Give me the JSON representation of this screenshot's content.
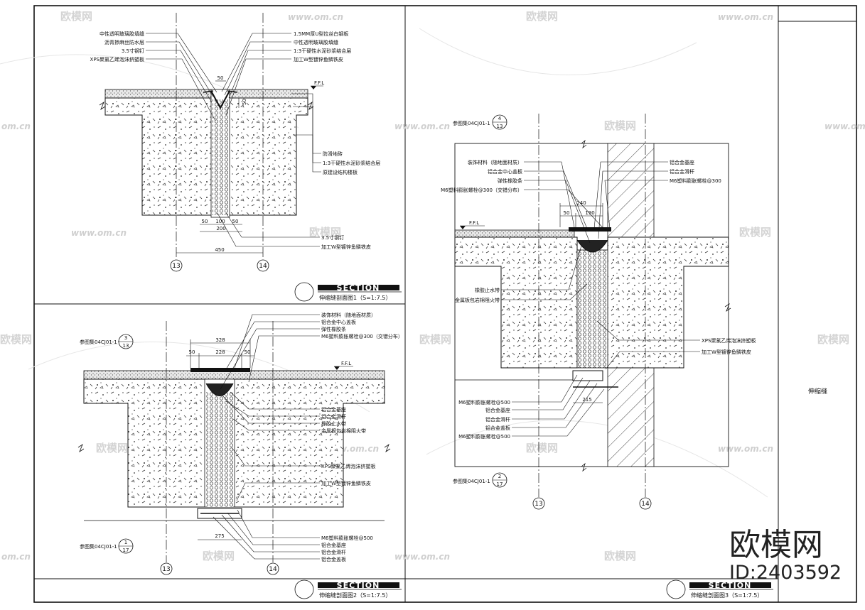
{
  "watermark": {
    "site": "欧模网",
    "url": "www.om.cn",
    "url_fragment": "om.cn",
    "site_fragment": "欧模网"
  },
  "brand": {
    "name": "欧模网",
    "id": "ID:2403592"
  },
  "side_panel": {
    "label": "伸缩缝"
  },
  "axes": {
    "a13": "13",
    "a14": "14"
  },
  "common": {
    "ffl": "F.F.L",
    "section_word": "SECTION"
  },
  "d1": {
    "title": "伸缩缝剖面图1（S=1:7.5）",
    "labels_left": [
      "中性透明玻璃胶填缝",
      "沥青掺麻丝防水层",
      "3.5寸钢钉",
      "XPS聚氯乙烯泡沫挤塑板"
    ],
    "labels_right": [
      "1.5MM厚U型拉丝白钢板",
      "中性透明玻璃胶填缝",
      "1:3干硬性水泥砂浆结合层",
      "加工W型镀锌鱼鳞铁皮"
    ],
    "labels_side": [
      "防滑地砖",
      "1:3干硬性水泥砂浆结合层",
      "原建设结构楼板"
    ],
    "labels_bottom": [
      "3.5寸钢钉",
      "加工W型镀锌鱼鳞铁皮"
    ],
    "dims": {
      "top": "50",
      "right_v": "50",
      "b1": "50",
      "b2": "100",
      "b3": "50",
      "total1": "200",
      "total2": "450"
    }
  },
  "d2": {
    "title": "伸缩缝剖面图2（S=1:7.5）",
    "ref_top": {
      "text": "参图集04CJ01-1",
      "num": "3",
      "den": "13"
    },
    "ref_bottom": {
      "text": "参图集04CJ01-1",
      "num": "1",
      "den": "17"
    },
    "labels_top": [
      "装饰材料（随地面材质）",
      "铝合金中心盖板",
      "弹性橡胶条",
      "M6塑料膨胀螺栓@300（交错分布）"
    ],
    "labels_mid": [
      "铝合金基座",
      "铝合金滑杆",
      "橡胶止水带",
      "金属板包岩棉阻火带"
    ],
    "labels_low": [
      "XPS聚氯乙烯泡沫挤塑板",
      "加工W型镀锌鱼鳞铁皮"
    ],
    "labels_bottom": [
      "M6塑料膨胀螺栓@500",
      "铝合金基座",
      "铝合金滑杆",
      "铝合金盖板"
    ],
    "dims": {
      "total": "328",
      "left": "50",
      "mid": "228",
      "right": "50",
      "bottom": "275"
    }
  },
  "d3": {
    "title": "伸缩缝剖面图3（S=1:7.5）",
    "ref_top": {
      "text": "参图集04CJ01-1",
      "num": "4",
      "den": "13"
    },
    "ref_bottom": {
      "text": "参图集04CJ01-1",
      "num": "2",
      "den": "17"
    },
    "labels_left_top": [
      "装饰材料（随地面材质）",
      "铝合金中心盖板",
      "弹性橡胶条",
      "M6塑料膨胀螺栓@300（交错分布）"
    ],
    "labels_right_top": [
      "铝合金基座",
      "铝合金滑杆",
      "M6塑料膨胀螺栓@300"
    ],
    "labels_left_mid": [
      "橡胶止水带",
      "金属板包岩棉阻火带"
    ],
    "labels_right_mid": [
      "XPS聚氯乙烯泡沫挤塑板",
      "加工W型镀锌鱼鳞铁皮"
    ],
    "labels_left_bottom": [
      "M6塑料膨胀螺栓@500",
      "铝合金基座",
      "铝合金滑杆",
      "铝合金盖板",
      "M6塑料膨胀螺栓@500"
    ],
    "dims": {
      "total": "240",
      "left": "50",
      "right": "190",
      "bottom": "215"
    }
  }
}
